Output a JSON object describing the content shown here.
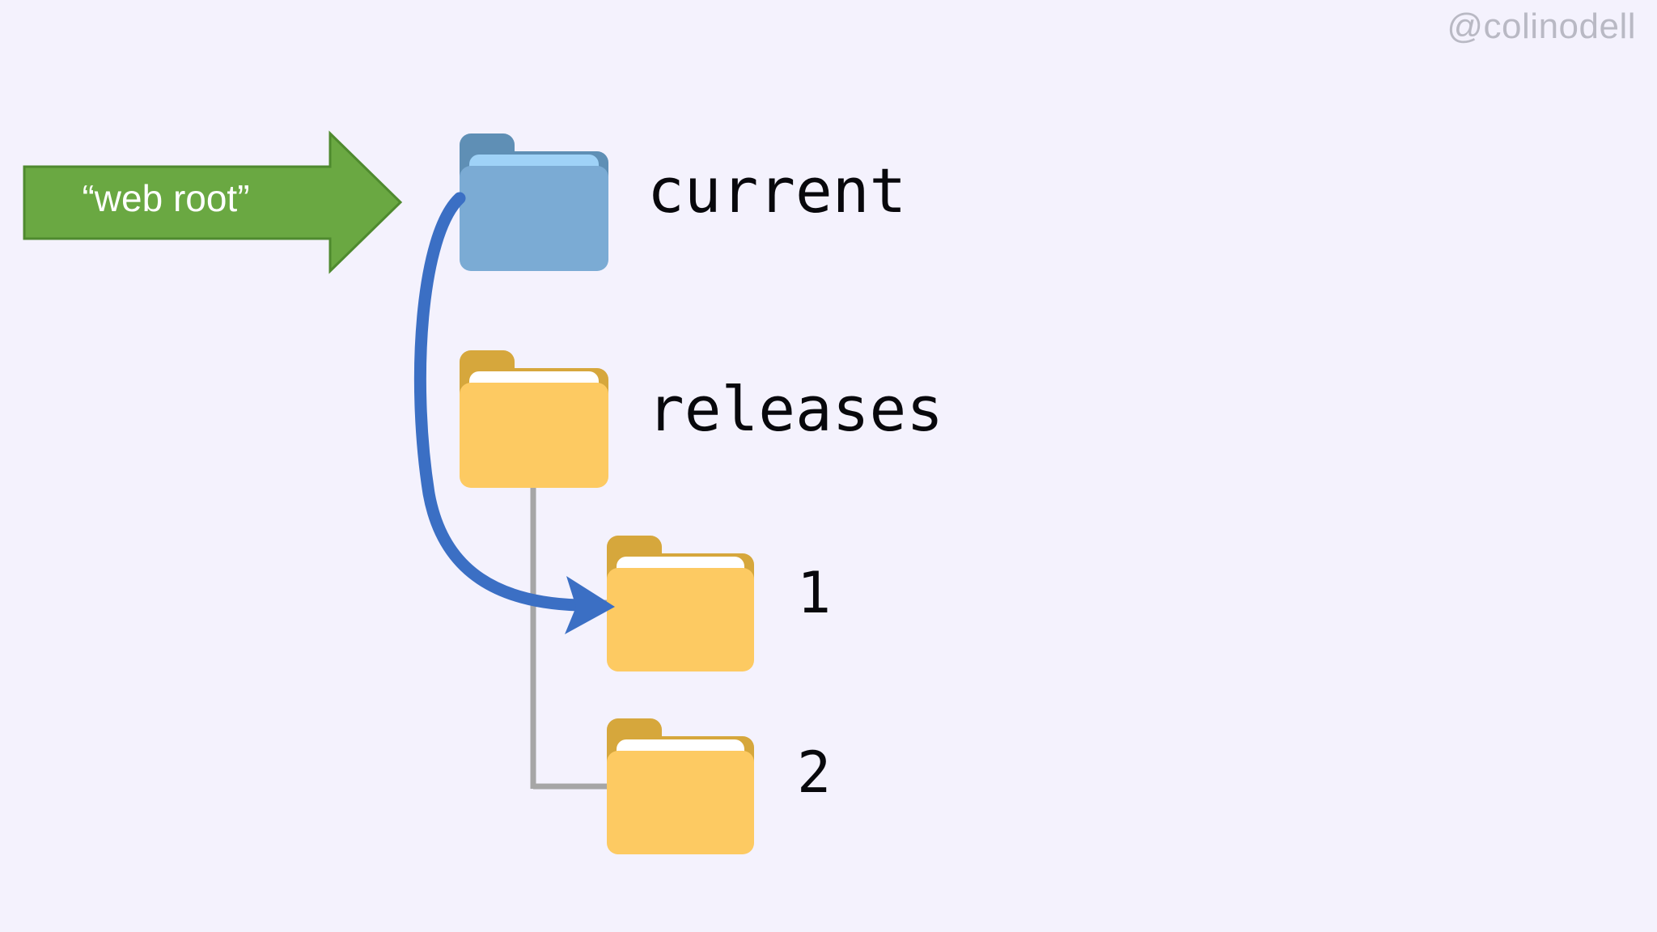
{
  "meta": {
    "watermark": "@colinodell",
    "background_color": "#f4f2fd"
  },
  "callout": {
    "label": "“web root”",
    "fill_color": "#6aa842",
    "border_color": "#4f8a2f",
    "text_color": "#ffffff"
  },
  "tree": {
    "line_color": "#a6a6a6",
    "nodes": [
      {
        "id": "current",
        "label": "current",
        "folder_color": "#7babd4",
        "tab_color": "#5f8fb5",
        "sheet_color": "#9fd2f7",
        "depth": 0
      },
      {
        "id": "releases",
        "label": "releases",
        "folder_color": "#fdca62",
        "tab_color": "#d6a73c",
        "sheet_color": "#ffffff",
        "depth": 0
      },
      {
        "id": "release-1",
        "label": "1",
        "folder_color": "#fdca62",
        "tab_color": "#d6a73c",
        "sheet_color": "#ffffff",
        "depth": 1
      },
      {
        "id": "release-2",
        "label": "2",
        "folder_color": "#fdca62",
        "tab_color": "#d6a73c",
        "sheet_color": "#ffffff",
        "depth": 1
      }
    ]
  },
  "symlink_arrow": {
    "color": "#3b6fc4",
    "from": "current",
    "to": "release-1"
  }
}
